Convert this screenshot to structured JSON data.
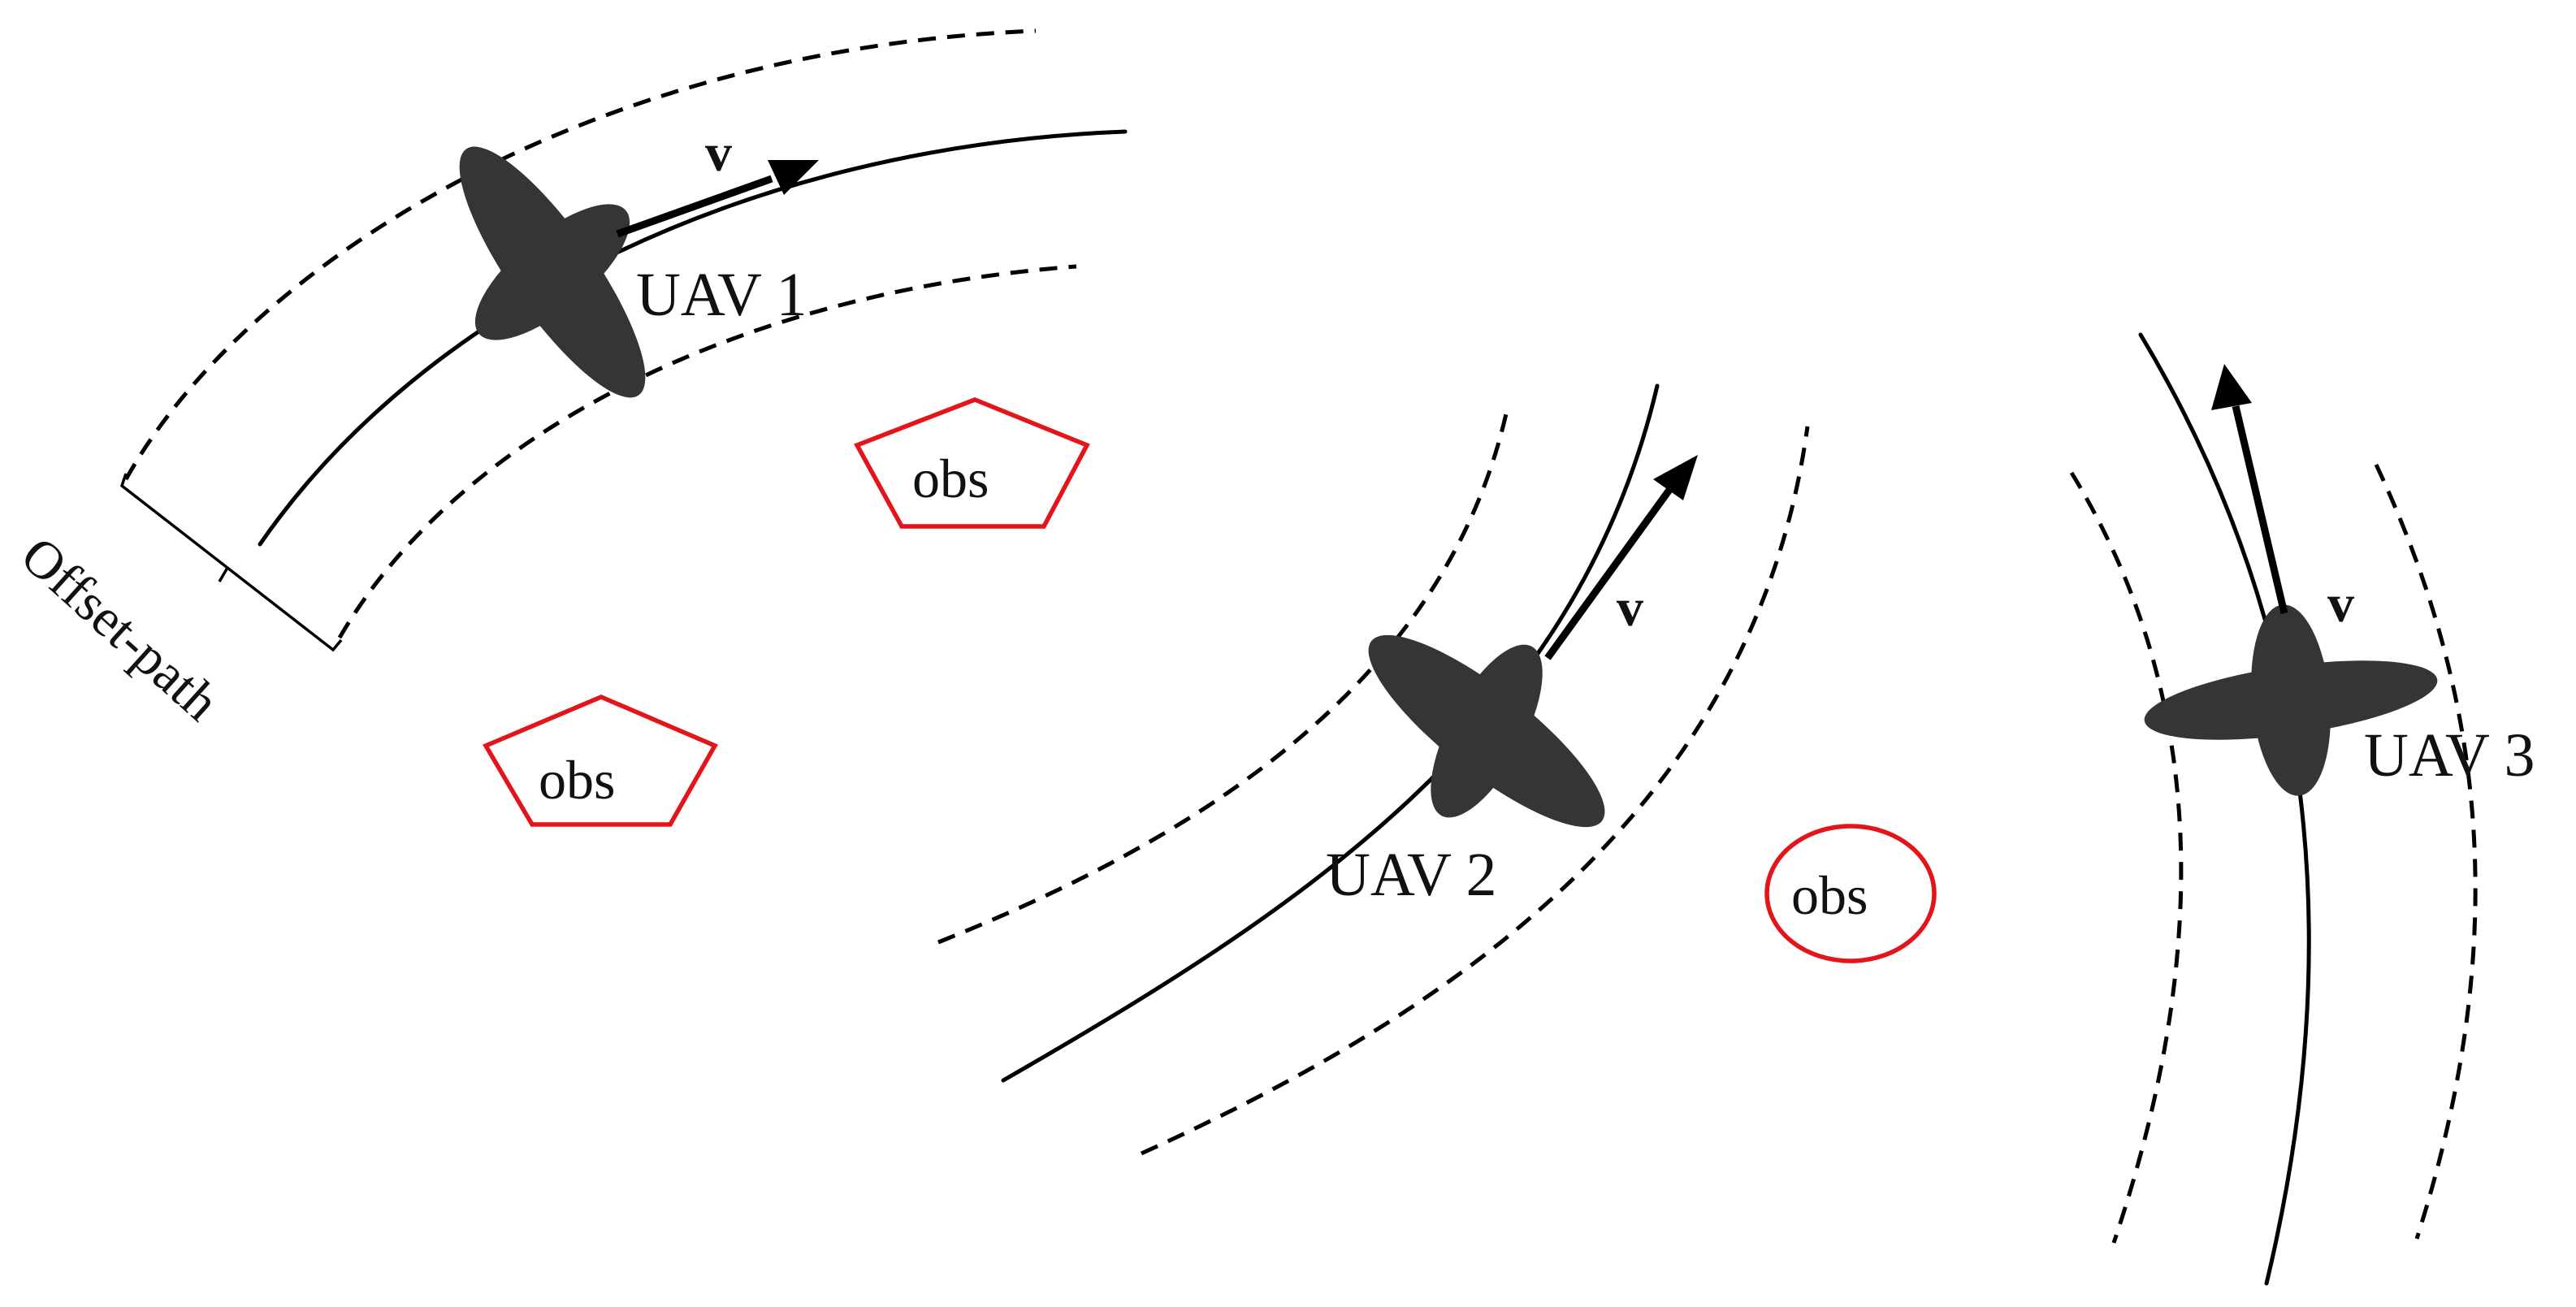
{
  "colors": {
    "obstacle_outline": "#e3151a",
    "uav_fill": "#353535",
    "line": "#000000",
    "text": "#111111"
  },
  "labels": {
    "uav1": "UAV 1",
    "uav2": "UAV 2",
    "uav3": "UAV 3",
    "velocity": "v",
    "obstacle": "obs",
    "offset_path": "Offset-path"
  }
}
